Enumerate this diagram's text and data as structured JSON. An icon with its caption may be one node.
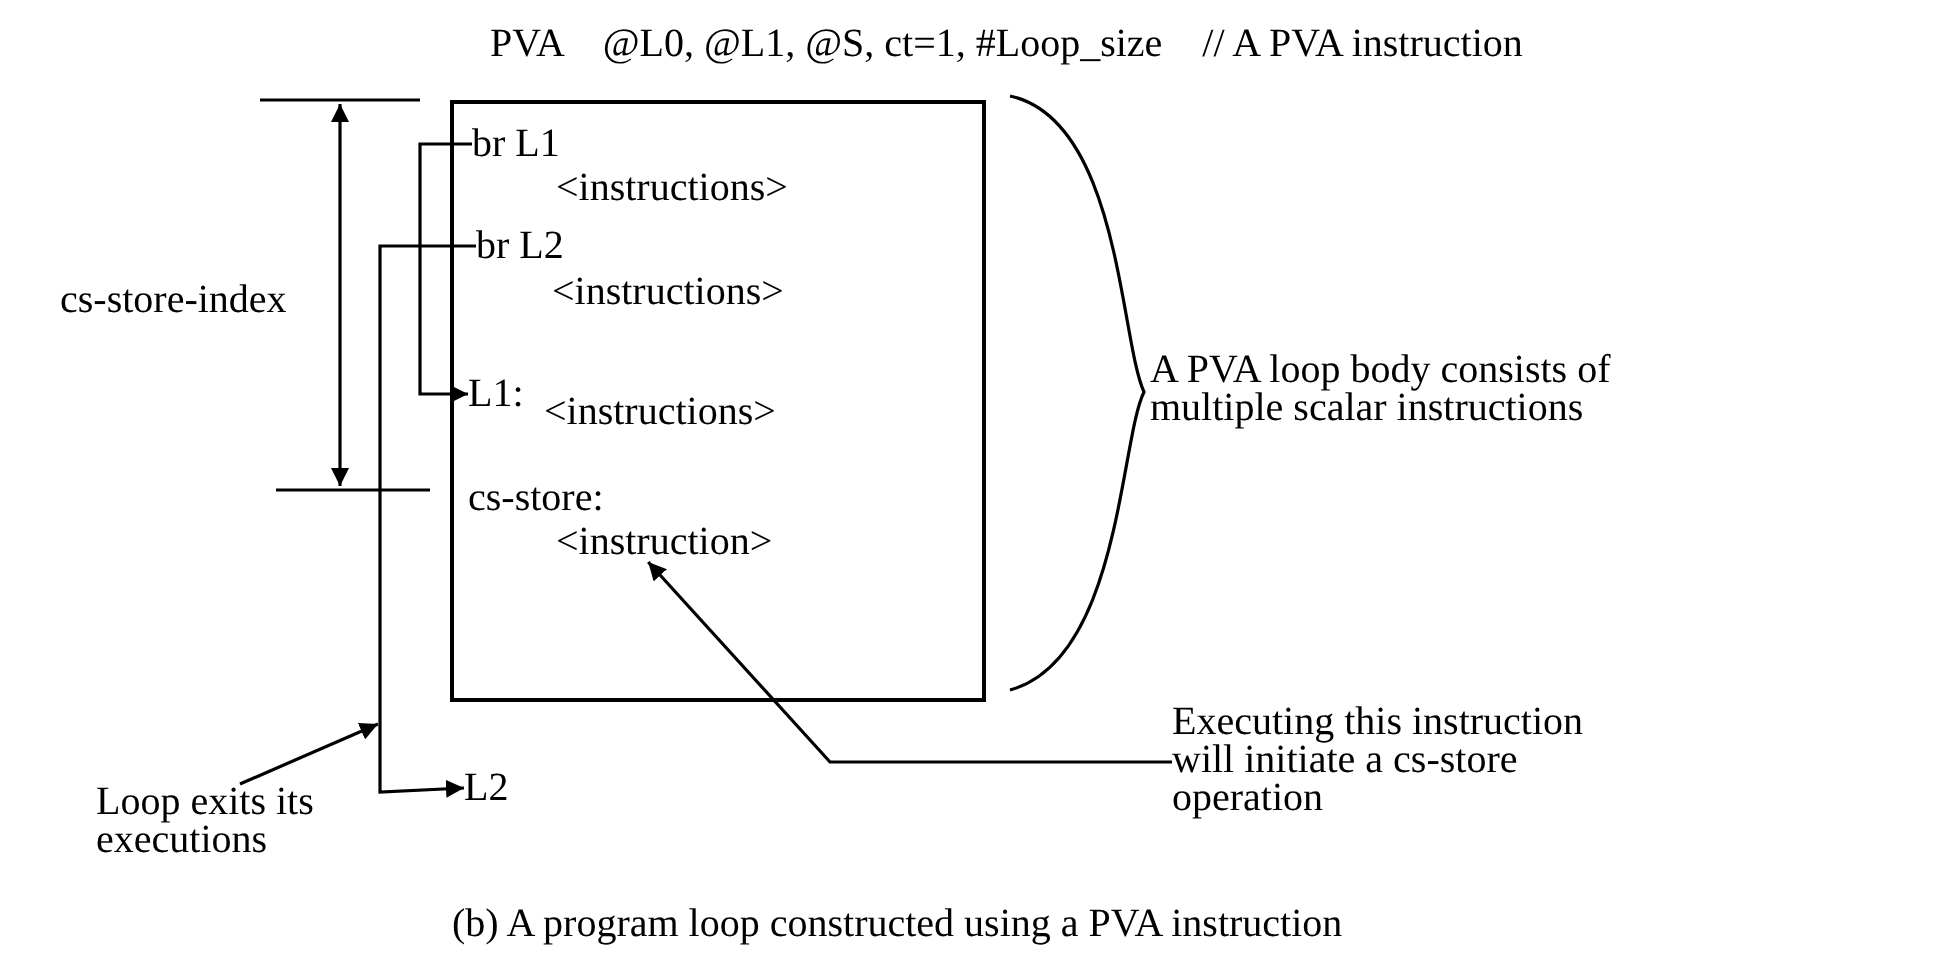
{
  "diagram": {
    "caption": "(b) A program loop constructed using a PVA instruction",
    "nodes": [
      {
        "text": [],
        "shape": "box"
      },
      {
        "text": [
          "br L1"
        ],
        "in": 0
      },
      {
        "text": [
          "<instructions>"
        ],
        "in": 0
      },
      {
        "text": [
          "br L2"
        ],
        "in": 0
      },
      {
        "text": [
          "<instructions>"
        ],
        "in": 0
      },
      {
        "text": [
          "L1:"
        ],
        "in": 0
      },
      {
        "text": [
          "<instructions>"
        ],
        "in": 0
      },
      {
        "text": [
          "cs-store:"
        ],
        "in": 0
      },
      {
        "text": [
          "<instruction>"
        ],
        "in": 0
      },
      {
        "text": [
          "L2"
        ]
      },
      {
        "text": [
          "Executing this instruction will initiate a cs-store operation"
        ]
      },
      {
        "text": [
          "Loop exits its executions"
        ]
      }
    ],
    "edges": [
      {
        "from": 1,
        "to": 5,
        "arrow": "to"
      },
      {
        "from": 3,
        "to": 9,
        "arrow": "to"
      },
      {
        "from": 10,
        "to": 8,
        "arrow": "to"
      },
      {
        "from": 11,
        "to": null,
        "arrow": "to"
      }
    ],
    "labels": [
      "PVA    @L0, @L1, @S, ct=1, #Loop_size    // A PVA instruction",
      "cs-store-index",
      "A PVA loop body consists of multiple scalar instructions"
    ]
  }
}
